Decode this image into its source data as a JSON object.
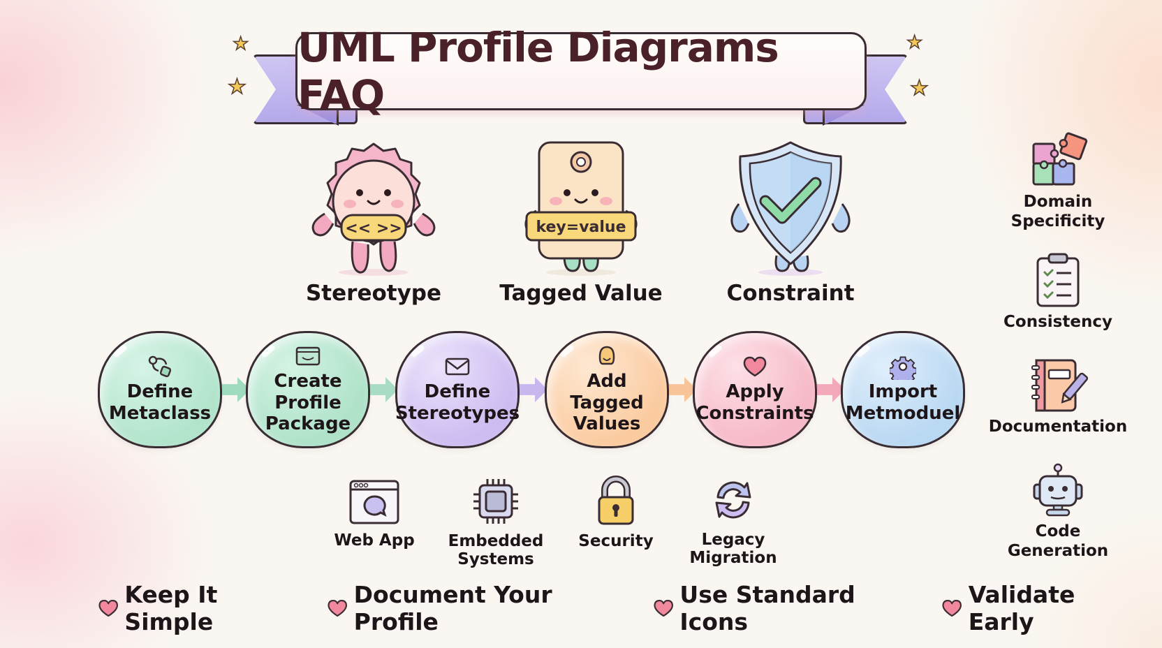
{
  "title": "UML Profile Diagrams FAQ",
  "concepts": [
    {
      "label": "Stereotype",
      "icon": "stereotype-character-icon",
      "badge": "<< >>",
      "color": "#f5b5c8"
    },
    {
      "label": "Tagged Value",
      "icon": "tag-character-icon",
      "badge": "key=value",
      "color": "#fbe3c6"
    },
    {
      "label": "Constraint",
      "icon": "shield-check-character-icon",
      "color": "#bcd8f2"
    }
  ],
  "process_steps": [
    {
      "label": "Define Metaclass",
      "lines": [
        "Define",
        "Metaclass"
      ],
      "icon": "connector-icon",
      "color": "#b9e8d2"
    },
    {
      "label": "Create Profile Package",
      "lines": [
        "Create",
        "Profile",
        "Package"
      ],
      "icon": "package-box-icon",
      "color": "#b5e6cf"
    },
    {
      "label": "Define Stereotypes",
      "lines": [
        "Define",
        "Stereotypes"
      ],
      "icon": "envelope-icon",
      "color": "#d7c8f4"
    },
    {
      "label": "Add Tagged Values",
      "lines": [
        "Add",
        "Tagged",
        "Values"
      ],
      "icon": "tag-bell-icon",
      "color": "#fdd7b4"
    },
    {
      "label": "Apply Constraints",
      "lines": [
        "Apply",
        "Constraints"
      ],
      "icon": "heart-icon",
      "color": "#f8c5d0"
    },
    {
      "label": "Import Metmoduel",
      "lines": [
        "Import",
        "Metmoduel"
      ],
      "icon": "gear-icon",
      "color": "#c2dff5"
    }
  ],
  "use_cases": [
    {
      "label": "Web App",
      "lines": [
        "Web App"
      ],
      "icon": "browser-chat-icon"
    },
    {
      "label": "Embedded Systems",
      "lines": [
        "Embedded",
        "Systems"
      ],
      "icon": "chip-icon"
    },
    {
      "label": "Security",
      "lines": [
        "Security"
      ],
      "icon": "padlock-icon"
    },
    {
      "label": "Legacy Migration",
      "lines": [
        "Legacy",
        "Migration"
      ],
      "icon": "refresh-arrows-icon"
    }
  ],
  "benefits": [
    {
      "label": "Domain Specificity",
      "lines": [
        "Domain",
        "Specificity"
      ],
      "icon": "puzzle-icon"
    },
    {
      "label": "Consistency",
      "lines": [
        "Consistency"
      ],
      "icon": "clipboard-checklist-icon"
    },
    {
      "label": "Documentation",
      "lines": [
        "Documentation"
      ],
      "icon": "notebook-pencil-icon"
    },
    {
      "label": "Code Generation",
      "lines": [
        "Code Generation"
      ],
      "icon": "robot-icon"
    }
  ],
  "tips": [
    {
      "label": "Keep It Simple",
      "icon": "heart-icon"
    },
    {
      "label": "Document Your Profile",
      "icon": "heart-icon"
    },
    {
      "label": "Use Standard Icons",
      "icon": "heart-icon"
    },
    {
      "label": "Validate Early",
      "icon": "heart-icon"
    }
  ],
  "colors": {
    "title_text": "#4a2128",
    "ribbon": "#c3b8ef",
    "outline": "#3a2c33",
    "star": "#f4c95a",
    "heart": "#f2889e",
    "background": "#faf7f2"
  }
}
